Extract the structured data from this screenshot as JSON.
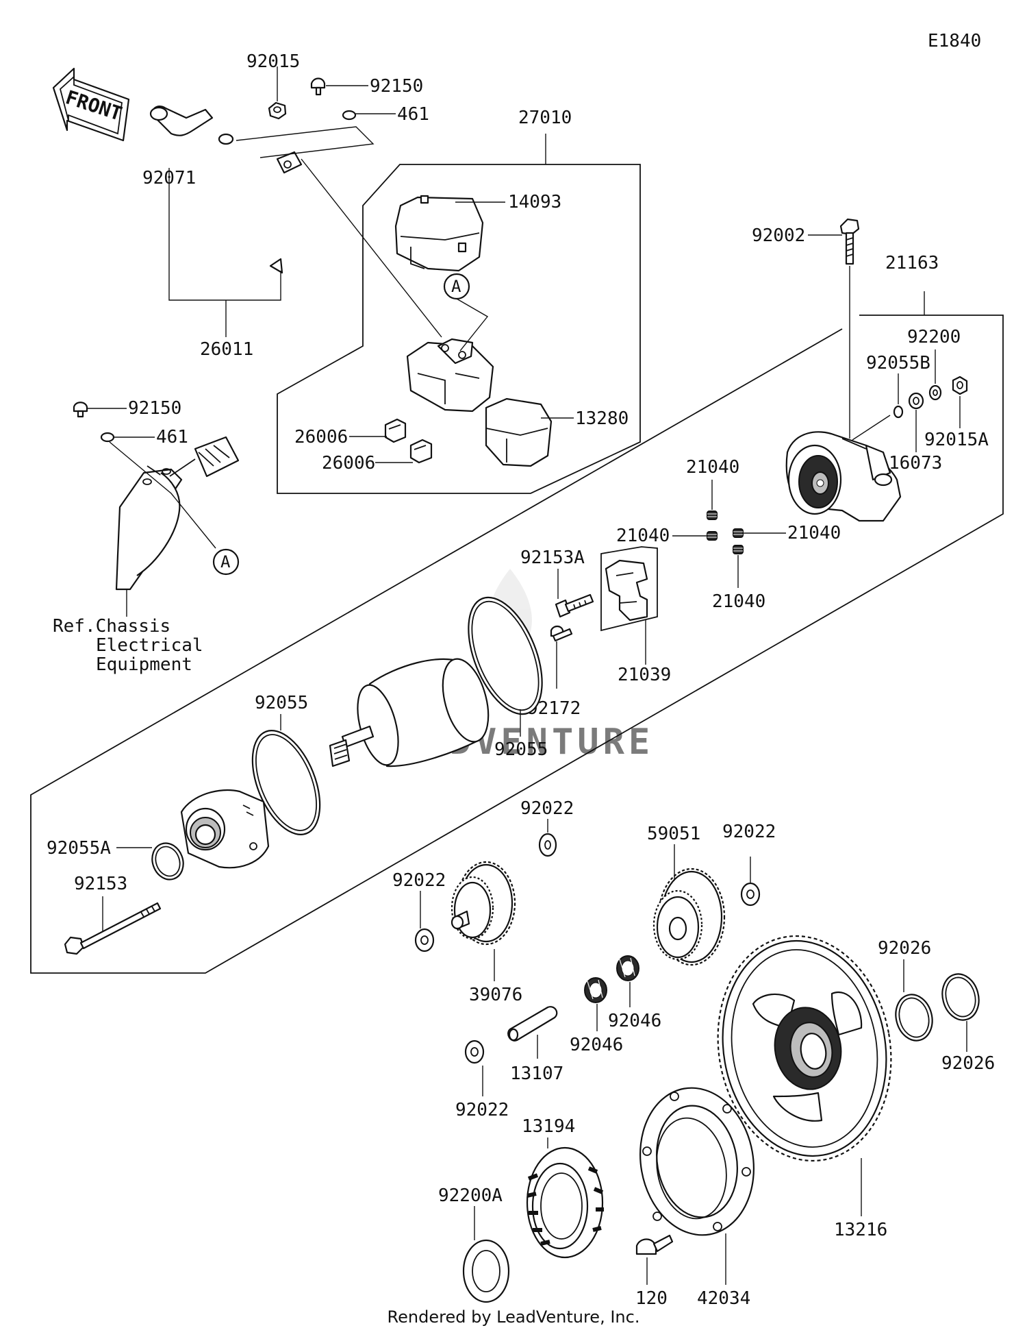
{
  "diagram_code": "E1840",
  "front_arrow_text": "FRONT",
  "watermark": "LEADVENTURE",
  "footer": "Rendered by LeadVenture, Inc.",
  "ref_note": {
    "line1": "Ref.Chassis",
    "line2": "Electrical",
    "line3": "Equipment"
  },
  "callout_A": "A",
  "labels": {
    "p92015": "92015",
    "p92150_top": "92150",
    "p461_top": "461",
    "p92071": "92071",
    "p26011": "26011",
    "p27010": "27010",
    "p14093": "14093",
    "p13280": "13280",
    "p26006_a": "26006",
    "p26006_b": "26006",
    "p92150_mid": "92150",
    "p461_mid": "461",
    "p92002": "92002",
    "p21163": "21163",
    "p92200": "92200",
    "p92055B": "92055B",
    "p92015A": "92015A",
    "p16073": "16073",
    "p21040_top": "21040",
    "p21040_left": "21040",
    "p21040_right": "21040",
    "p21040_bottom": "21040",
    "p92153A": "92153A",
    "p21039": "21039",
    "p92172": "92172",
    "p92055_left": "92055",
    "p92055_right": "92055",
    "p92055A": "92055A",
    "p92153": "92153",
    "p92022_a": "92022",
    "p92022_b": "92022",
    "p92022_c": "92022",
    "p92022_d": "92022",
    "p59051": "59051",
    "p39076": "39076",
    "p92046_a": "92046",
    "p92046_b": "92046",
    "p13107": "13107",
    "p92026_a": "92026",
    "p92026_b": "92026",
    "p13194": "13194",
    "p92200A": "92200A",
    "p42034": "42034",
    "p120": "120",
    "p13216": "13216"
  }
}
